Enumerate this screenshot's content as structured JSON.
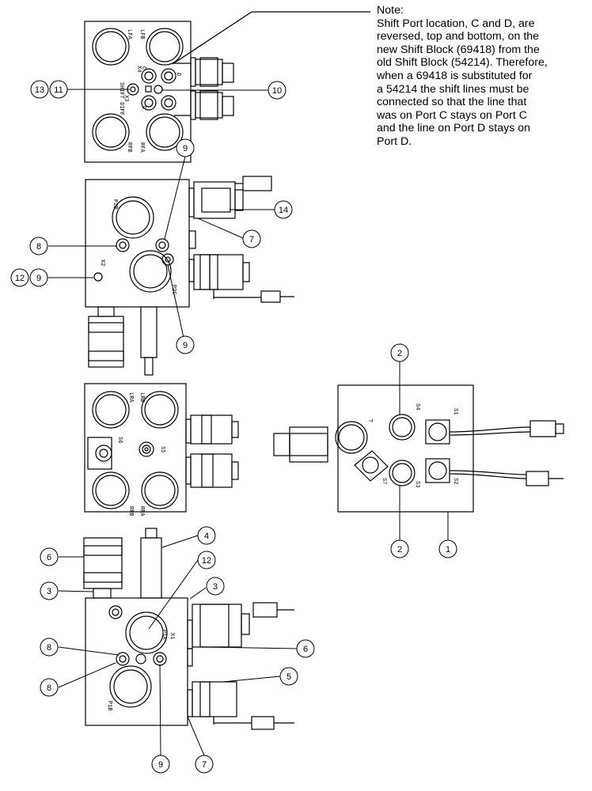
{
  "note": {
    "heading": "Note:",
    "lines": [
      "Shift Port location, C and D, are",
      "reversed, top and bottom, on the",
      "new Shift Block (69418) from the",
      "old Shift Block (54214). Therefore,",
      "when a 69418 is substituted for",
      "a 54214 the shift lines must be",
      "connected so that the line that",
      "was on Port C stays on Port C",
      "and the line on Port D stays on",
      "Port D."
    ]
  },
  "callouts": [
    "13",
    "11",
    "10",
    "9",
    "14",
    "8",
    "7",
    "12",
    "9",
    "9",
    "2",
    "2",
    "1",
    "4",
    "6",
    "12",
    "3",
    "3",
    "8",
    "6",
    "8",
    "5",
    "9",
    "7"
  ],
  "port_labels": [
    "LFA",
    "LFB",
    "RFB",
    "RFA",
    "SHIFT DIFF.",
    "X4",
    "X3",
    "C",
    "C",
    "D",
    "P2B",
    "X2",
    "P2C",
    "LRA",
    "LRB",
    "RRB",
    "RRA",
    "S6",
    "S5",
    "T",
    "S4",
    "S1",
    "S7",
    "S3",
    "S2",
    "P1A",
    "X1",
    "P1B"
  ]
}
